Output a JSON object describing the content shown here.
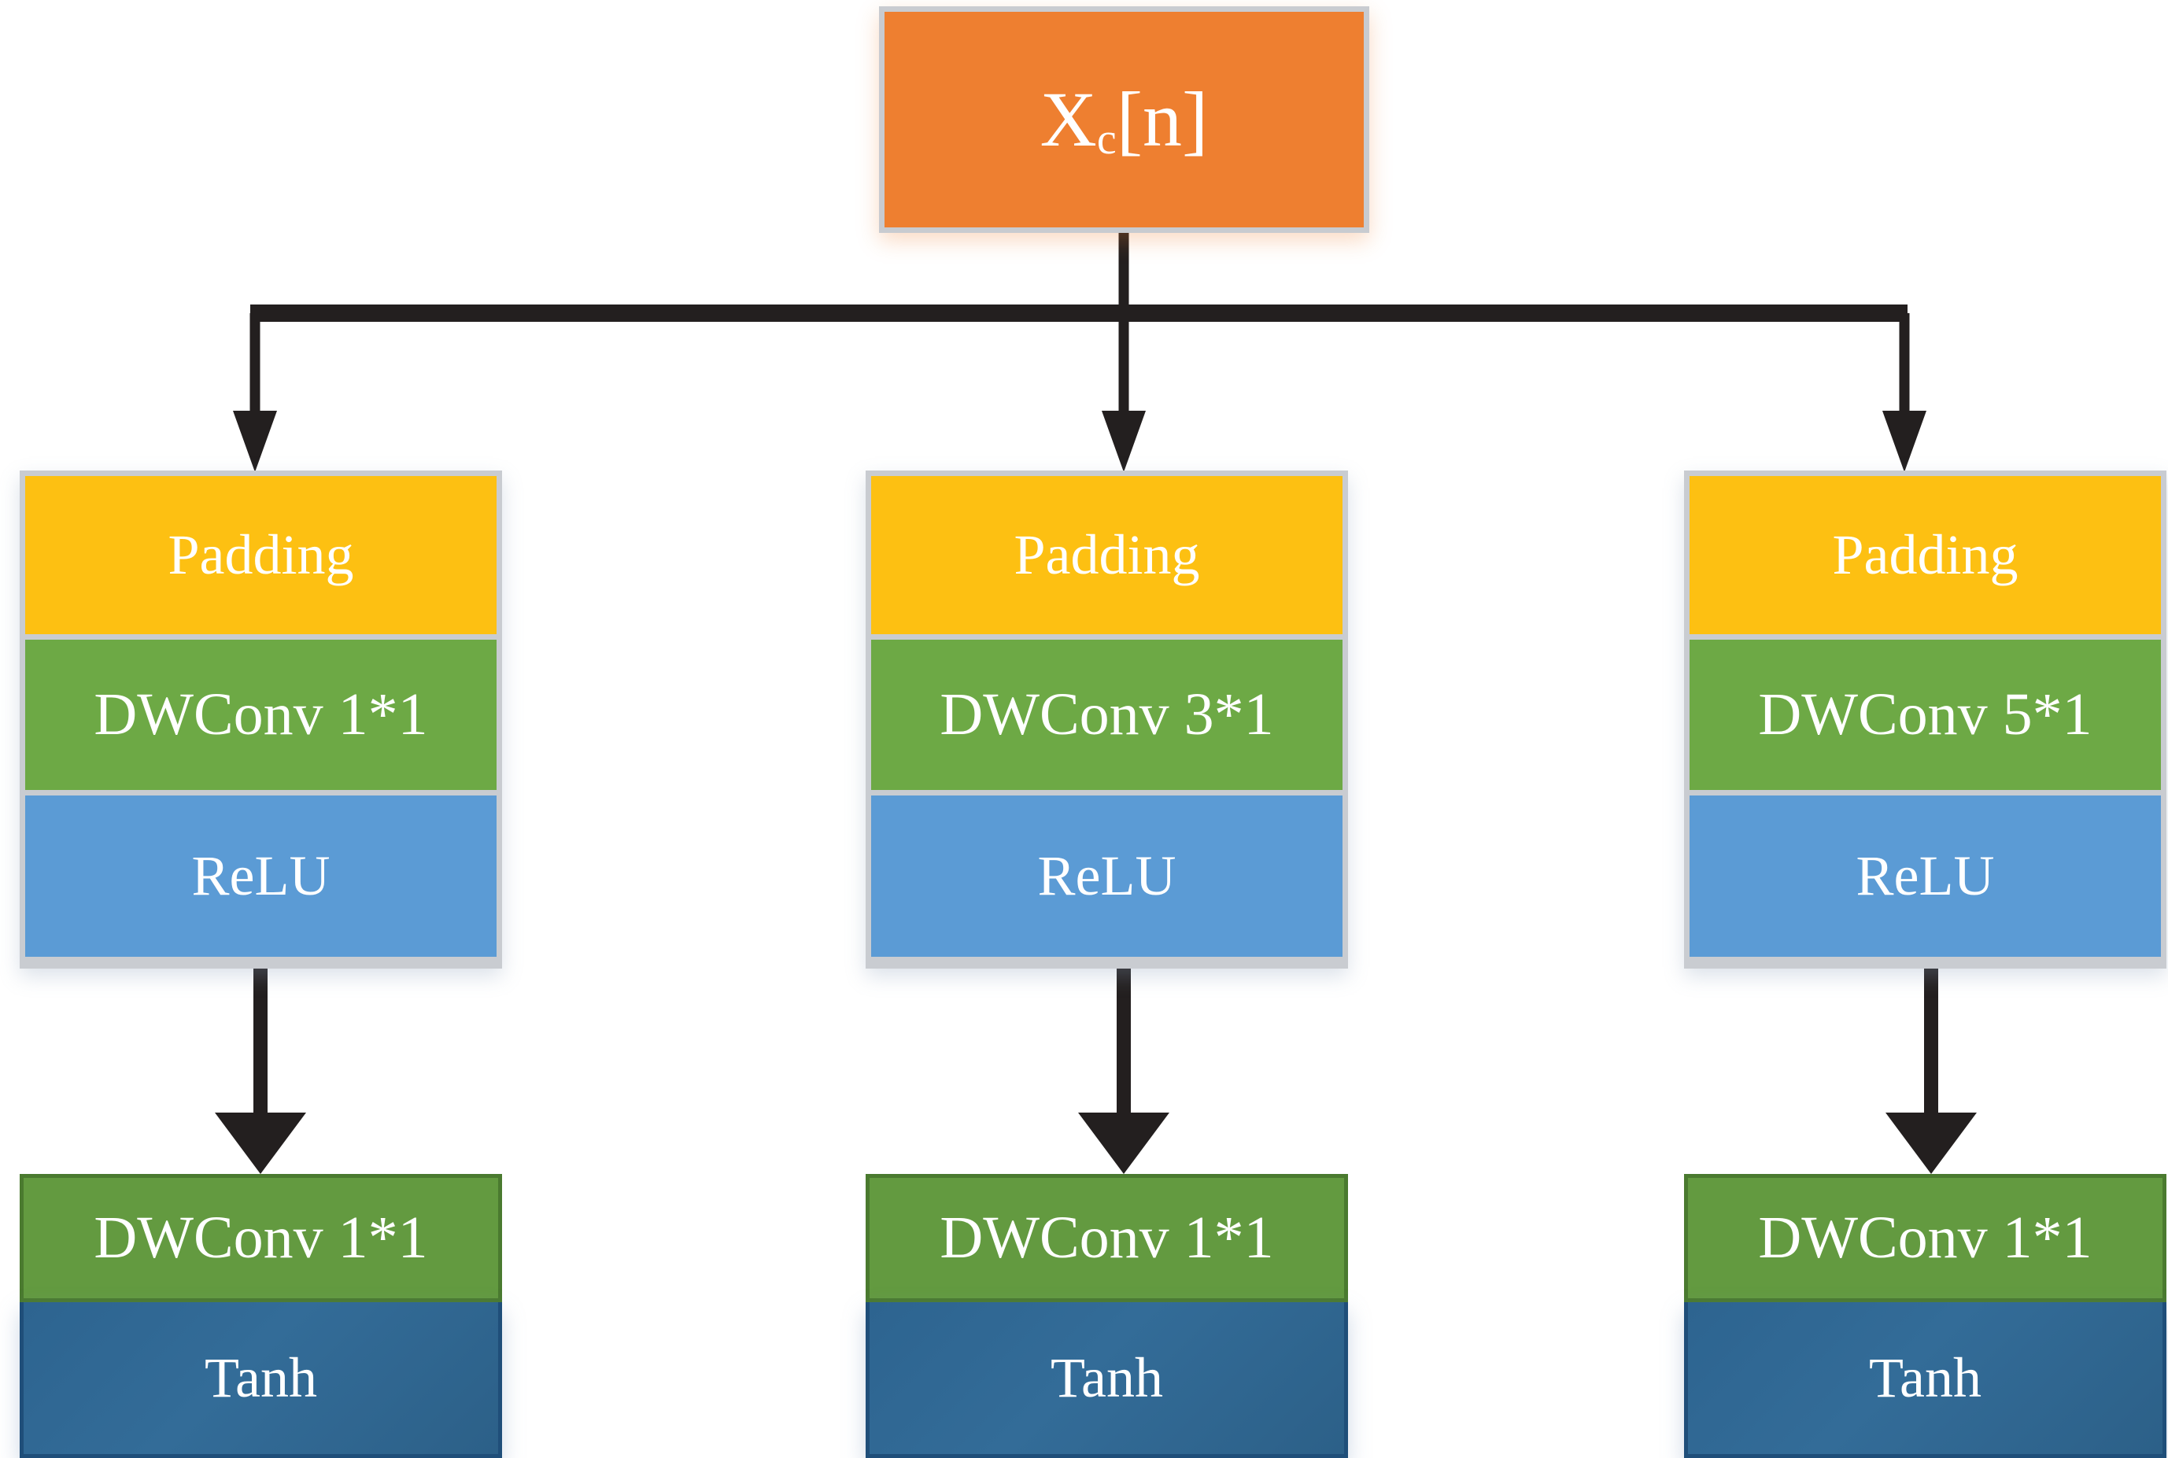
{
  "diagram": {
    "title_node": {
      "label_main": "X",
      "label_sub": "c",
      "label_tail": "[n]",
      "full_text": "Xc[n]",
      "color": "#ee7f30"
    },
    "colors": {
      "source_orange": "#ee7f30",
      "padding_amber": "#fdc012",
      "conv_green": "#6da945",
      "relu_blue": "#5b9bd5",
      "conv_green_bottom": "#639a40",
      "tanh_steel_blue": "#316896",
      "box_border_gray": "#c9ccd1",
      "arrow_black": "#231f1f",
      "background": "#ffffff"
    },
    "branches": [
      {
        "name": "branch-1",
        "upper": [
          {
            "label": "Padding",
            "role": "padding"
          },
          {
            "label": "DWConv 1*1",
            "role": "conv"
          },
          {
            "label": "ReLU",
            "role": "activation"
          }
        ],
        "lower": [
          {
            "label": "DWConv 1*1",
            "role": "conv"
          },
          {
            "label": "Tanh",
            "role": "activation"
          }
        ]
      },
      {
        "name": "branch-2",
        "upper": [
          {
            "label": "Padding",
            "role": "padding"
          },
          {
            "label": "DWConv 3*1",
            "role": "conv"
          },
          {
            "label": "ReLU",
            "role": "activation"
          }
        ],
        "lower": [
          {
            "label": "DWConv 1*1",
            "role": "conv"
          },
          {
            "label": "Tanh",
            "role": "activation"
          }
        ]
      },
      {
        "name": "branch-3",
        "upper": [
          {
            "label": "Padding",
            "role": "padding"
          },
          {
            "label": "DWConv 5*1",
            "role": "conv"
          },
          {
            "label": "ReLU",
            "role": "activation"
          }
        ],
        "lower": [
          {
            "label": "DWConv 1*1",
            "role": "conv"
          },
          {
            "label": "Tanh",
            "role": "activation"
          }
        ]
      }
    ],
    "connectors": {
      "split_bus_label": "fan-out-bus",
      "arrow_count_top": 3,
      "arrow_count_mid": 3
    }
  }
}
